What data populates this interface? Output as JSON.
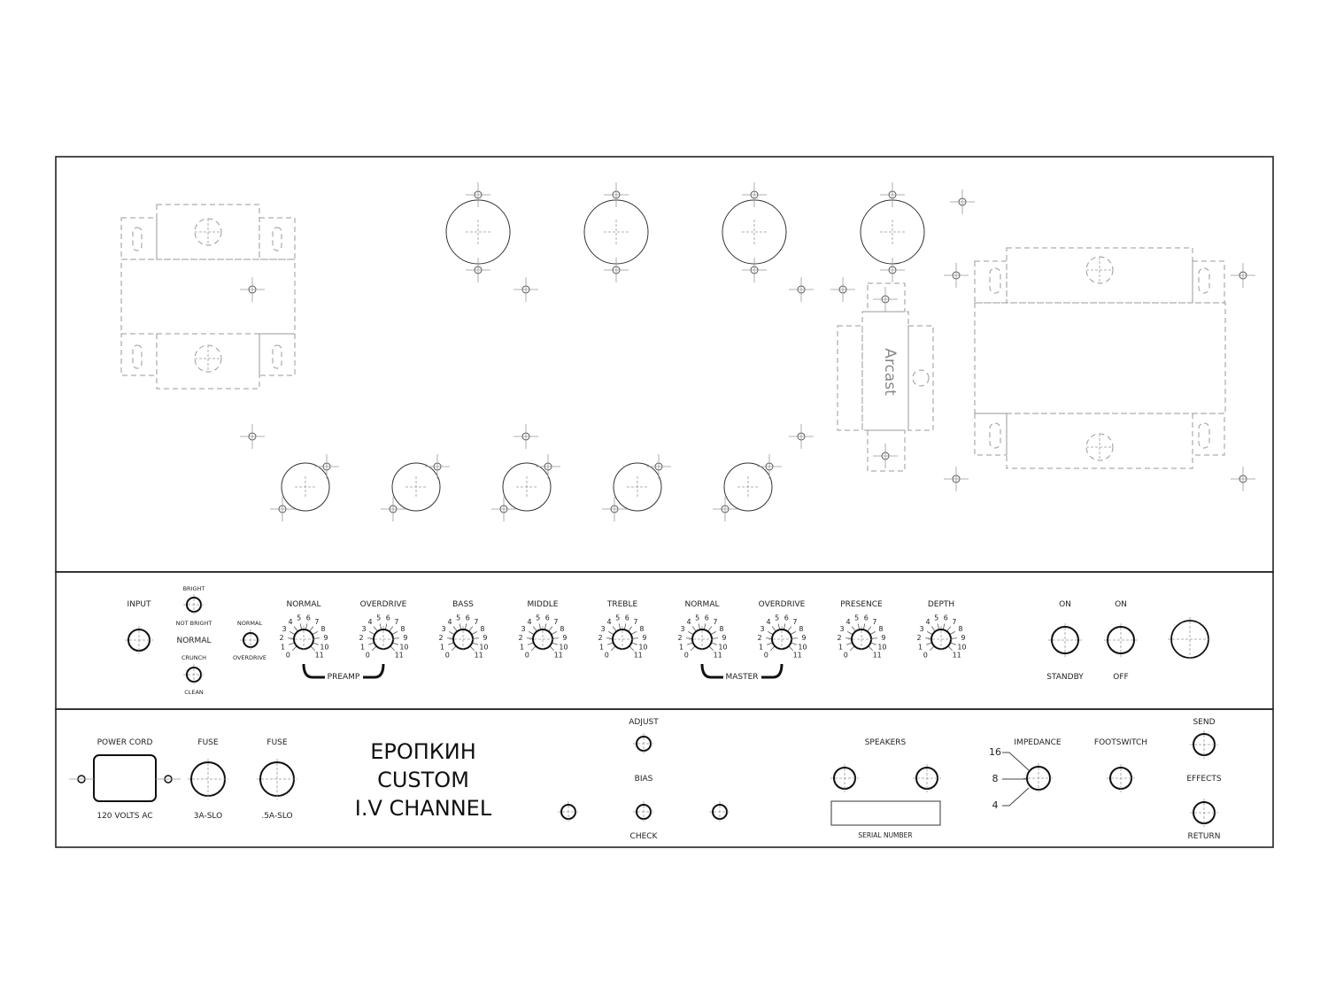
{
  "reverb_label": "Arcast",
  "front_panel": {
    "input": "INPUT",
    "bright": "BRIGHT",
    "not_bright": "NOT BRIGHT",
    "normal_channel": "NORMAL",
    "crunch": "CRUNCH",
    "clean": "CLEAN",
    "ch_normal": "NORMAL",
    "ch_overdrive": "OVERDRIVE",
    "pots": [
      "NORMAL",
      "OVERDRIVE",
      "BASS",
      "MIDDLE",
      "TREBLE",
      "NORMAL",
      "OVERDRIVE",
      "PRESENCE",
      "DEPTH"
    ],
    "scale": [
      "0",
      "1",
      "2",
      "3",
      "4",
      "5",
      "6",
      "7",
      "8",
      "9",
      "10",
      "11"
    ],
    "preamp": "PREAMP",
    "master": "MASTER",
    "standby_on": "ON",
    "standby": "STANDBY",
    "power_on": "ON",
    "power_off": "OFF"
  },
  "back_panel": {
    "power_cord": "POWER CORD",
    "volts": "120 VOLTS AC",
    "fuse1": "FUSE",
    "fuse1_rating": "3A-SLO",
    "fuse2": "FUSE",
    "fuse2_rating": ".5A-SLO",
    "title": [
      "ЕРОПКИН",
      "CUSTOM",
      "I.V CHANNEL"
    ],
    "adjust": "ADJUST",
    "bias": "BIAS",
    "check": "CHECK",
    "speakers": "SPEAKERS",
    "serial": "SERIAL NUMBER",
    "impedance": "IMPEDANCE",
    "imp_values": [
      "16",
      "8",
      "4"
    ],
    "footswitch": "FOOTSWITCH",
    "send": "SEND",
    "effects": "EFFECTS",
    "return": "RETURN"
  }
}
